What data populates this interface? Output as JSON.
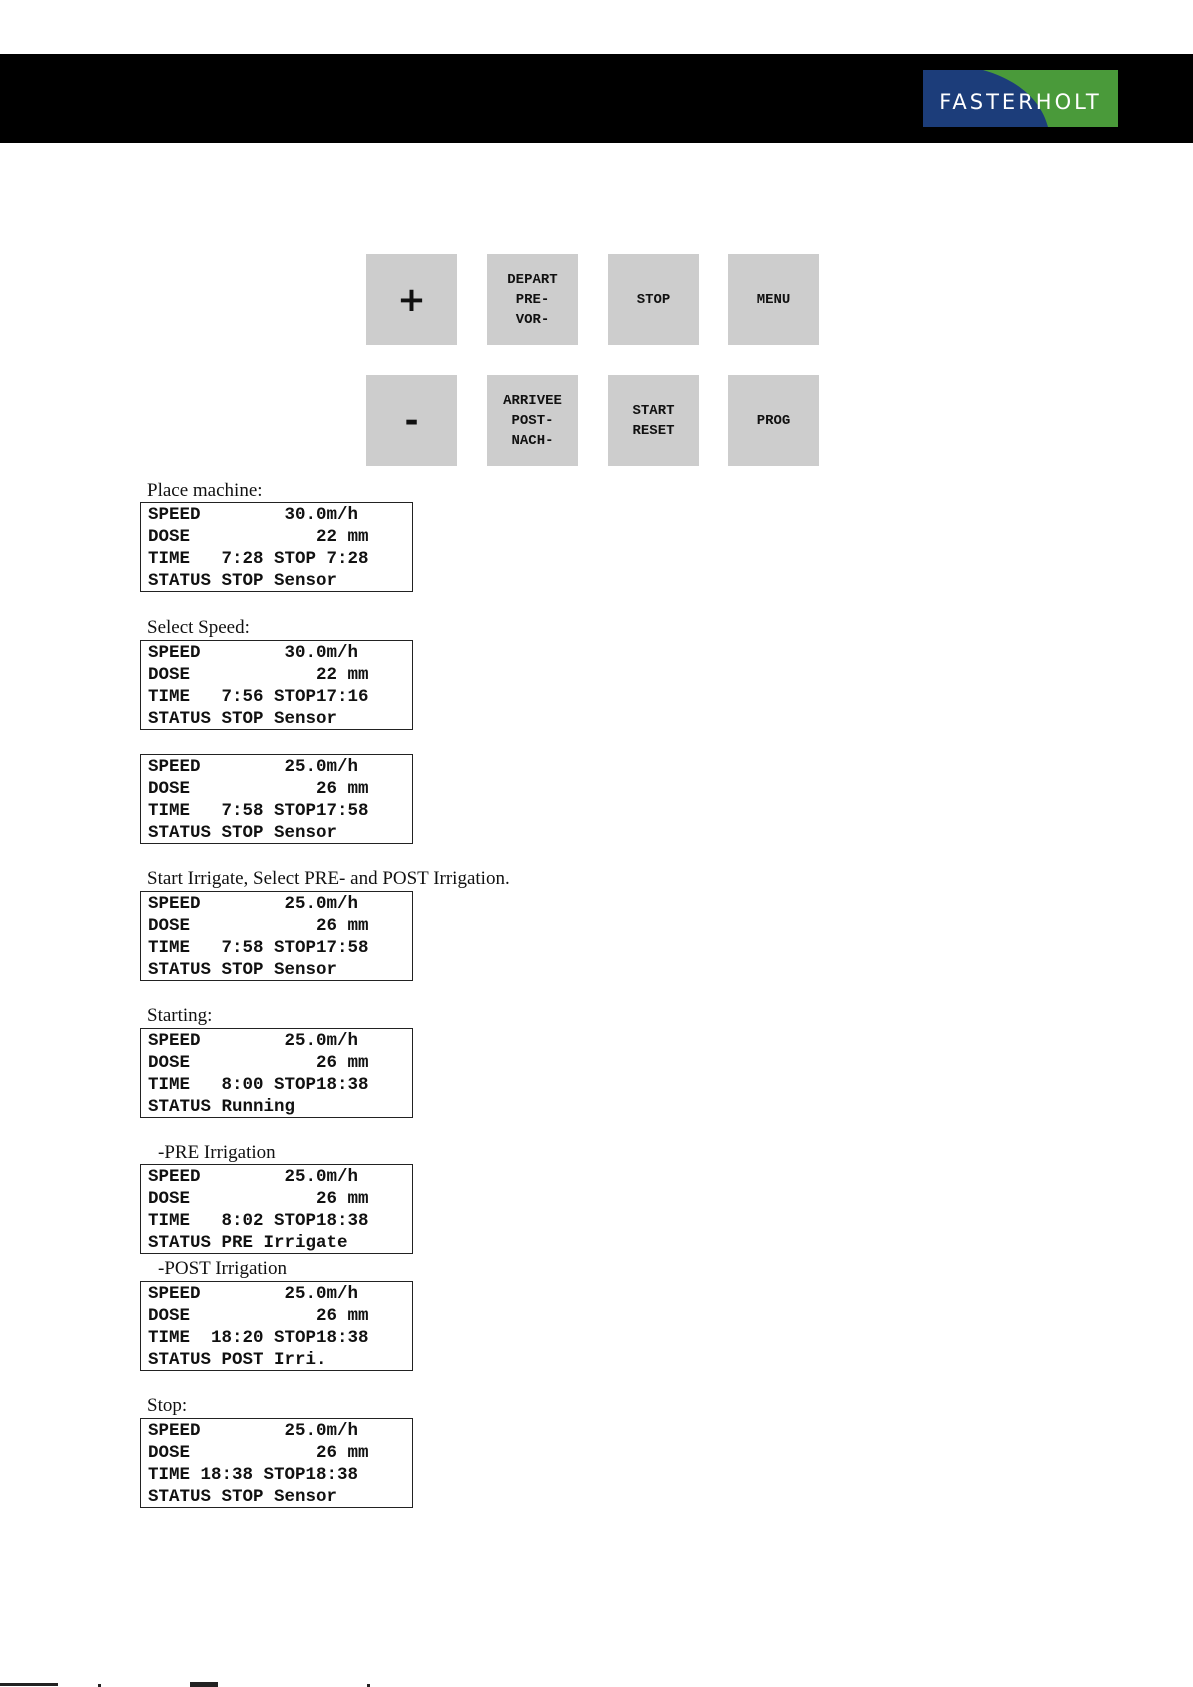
{
  "header": {
    "logo_text": "FASTERHOLT",
    "colors": {
      "bar": "#000000",
      "logo_blue": "#1c3d7a",
      "logo_green": "#4a9a3a"
    }
  },
  "keypad": {
    "row1": [
      {
        "label": "+"
      },
      {
        "lines": [
          "DEPART",
          "PRE-",
          "VOR-"
        ]
      },
      {
        "lines": [
          "STOP"
        ]
      },
      {
        "lines": [
          "MENU"
        ]
      }
    ],
    "row2": [
      {
        "label": "-"
      },
      {
        "lines": [
          "ARRIVEE",
          "POST-",
          "NACH-"
        ]
      },
      {
        "lines": [
          "START",
          "RESET"
        ]
      },
      {
        "lines": [
          "PROG"
        ]
      }
    ]
  },
  "sections": [
    {
      "caption": "Place machine:",
      "lines": [
        "SPEED        30.0m/h",
        "DOSE            22 mm",
        "TIME   7:28 STOP 7:28",
        "STATUS STOP Sensor"
      ]
    },
    {
      "caption": "Select Speed:",
      "lines": [
        "SPEED        30.0m/h",
        "DOSE            22 mm",
        "TIME   7:56 STOP17:16",
        "STATUS STOP Sensor"
      ]
    },
    {
      "caption": "",
      "lines": [
        "SPEED        25.0m/h",
        "DOSE            26 mm",
        "TIME   7:58 STOP17:58",
        "STATUS STOP Sensor"
      ]
    },
    {
      "caption": "Start Irrigate, Select PRE- and POST Irrigation.",
      "lines": [
        "SPEED        25.0m/h",
        "DOSE            26 mm",
        "TIME   7:58 STOP17:58",
        "STATUS STOP Sensor"
      ]
    },
    {
      "caption": "Starting:",
      "lines": [
        "SPEED        25.0m/h",
        "DOSE            26 mm",
        "TIME   8:00 STOP18:38",
        "STATUS Running"
      ]
    },
    {
      "caption": "-PRE Irrigation",
      "lines": [
        "SPEED        25.0m/h",
        "DOSE            26 mm",
        "TIME   8:02 STOP18:38",
        "STATUS PRE Irrigate"
      ]
    },
    {
      "caption": "-POST Irrigation",
      "lines": [
        "SPEED        25.0m/h",
        "DOSE            26 mm",
        "TIME  18:20 STOP18:38",
        "STATUS POST Irri."
      ]
    },
    {
      "caption": "Stop:",
      "lines": [
        "SPEED        25.0m/h",
        "DOSE            26 mm",
        "TIME 18:38 STOP18:38",
        "STATUS STOP Sensor"
      ]
    }
  ]
}
